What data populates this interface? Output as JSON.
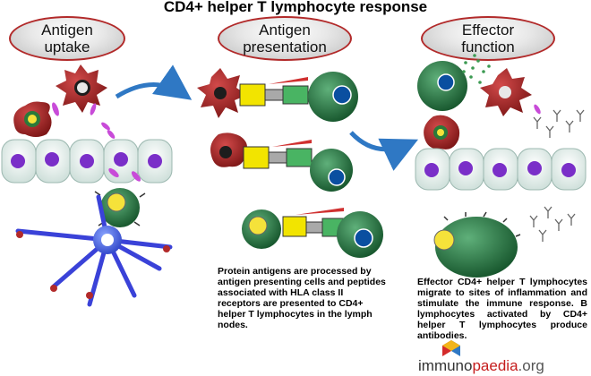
{
  "title": "CD4+ helper T lymphocyte response",
  "stages": [
    {
      "line1": "Antigen",
      "line2": "uptake"
    },
    {
      "line1": "Antigen",
      "line2": "presentation"
    },
    {
      "line1": "Effector",
      "line2": "function"
    }
  ],
  "descriptions": {
    "presentation": "Protein antigens are processed by antigen presenting cells and peptides associated with HLA class II receptors are presented to CD4+ helper T lymphocytes in the lymph nodes.",
    "effector": "Effector CD4+ helper T lymphocytes migrate to sites of inflammation and stimulate the immune response. B lymphocytes activated by CD4+ helper T lymphocytes produce antibodies."
  },
  "logo": {
    "part1": "immuno",
    "part2": "paedia",
    "part3": ".org"
  },
  "colors": {
    "apc_red": "#b22a2a",
    "t_cell_green": "#1f6b3a",
    "nucleus_purple": "#7a2fc8",
    "arrow_blue": "#2f78c4",
    "mhc_yellow": "#f2e400"
  }
}
